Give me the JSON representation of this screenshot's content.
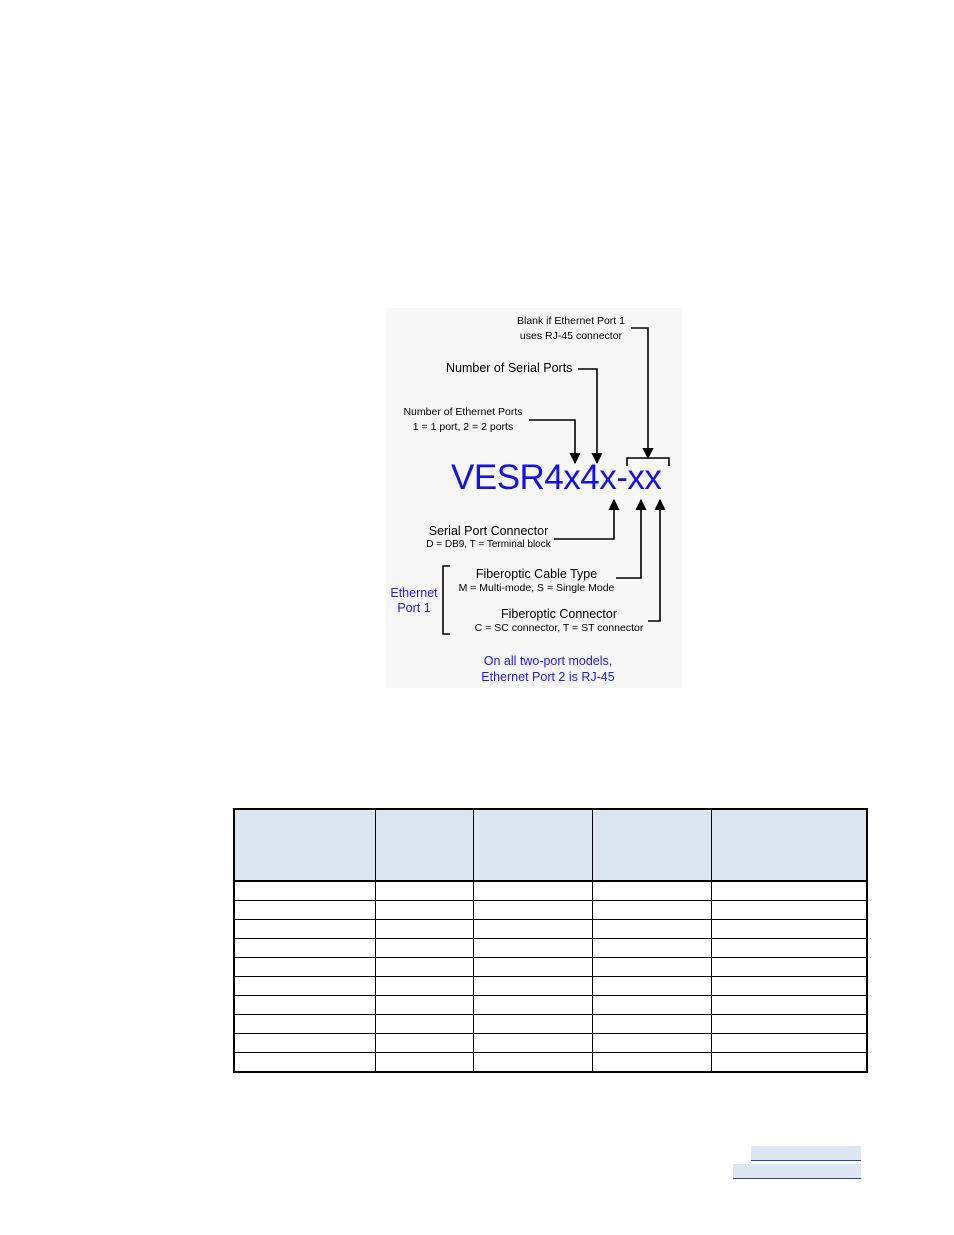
{
  "diagram": {
    "model_code": "VESR4x4x-xx",
    "labels": {
      "blank_line1": "Blank if Ethernet Port 1",
      "blank_line2": "uses RJ-45 connector",
      "serial_ports": "Number of Serial Ports",
      "eth_ports_line1": "Number of Ethernet Ports",
      "eth_ports_line2": "1 = 1 port, 2 = 2 ports",
      "serial_conn_title": "Serial Port Connector",
      "serial_conn_desc": "D = DB9, T = Terminal block",
      "ethernet_port1_line1": "Ethernet",
      "ethernet_port1_line2": "Port 1",
      "fiber_cable_title": "Fiberoptic Cable Type",
      "fiber_cable_desc": "M = Multi-mode, S = Single Mode",
      "fiber_conn_title": "Fiberoptic Connector",
      "fiber_conn_desc": "C = SC connector, T = ST connector",
      "note_line1": "On all two-port models,",
      "note_line2": "Ethernet Port 2 is RJ-45"
    },
    "colors": {
      "accent": "#1a1aff",
      "arrow": "#000000"
    }
  },
  "table": {
    "header_fill": "#dce6f1",
    "columns": [
      "",
      "",
      "",
      "",
      ""
    ],
    "rows": [
      [
        "",
        "",
        "",
        "",
        ""
      ],
      [
        "",
        "",
        "",
        "",
        ""
      ],
      [
        "",
        "",
        "",
        "",
        ""
      ],
      [
        "",
        "",
        "",
        "",
        ""
      ],
      [
        "",
        "",
        "",
        "",
        ""
      ],
      [
        "",
        "",
        "",
        "",
        ""
      ],
      [
        "",
        "",
        "",
        "",
        ""
      ],
      [
        "",
        "",
        "",
        "",
        ""
      ],
      [
        "",
        "",
        "",
        "",
        ""
      ],
      [
        "",
        "",
        "",
        "",
        ""
      ]
    ]
  }
}
